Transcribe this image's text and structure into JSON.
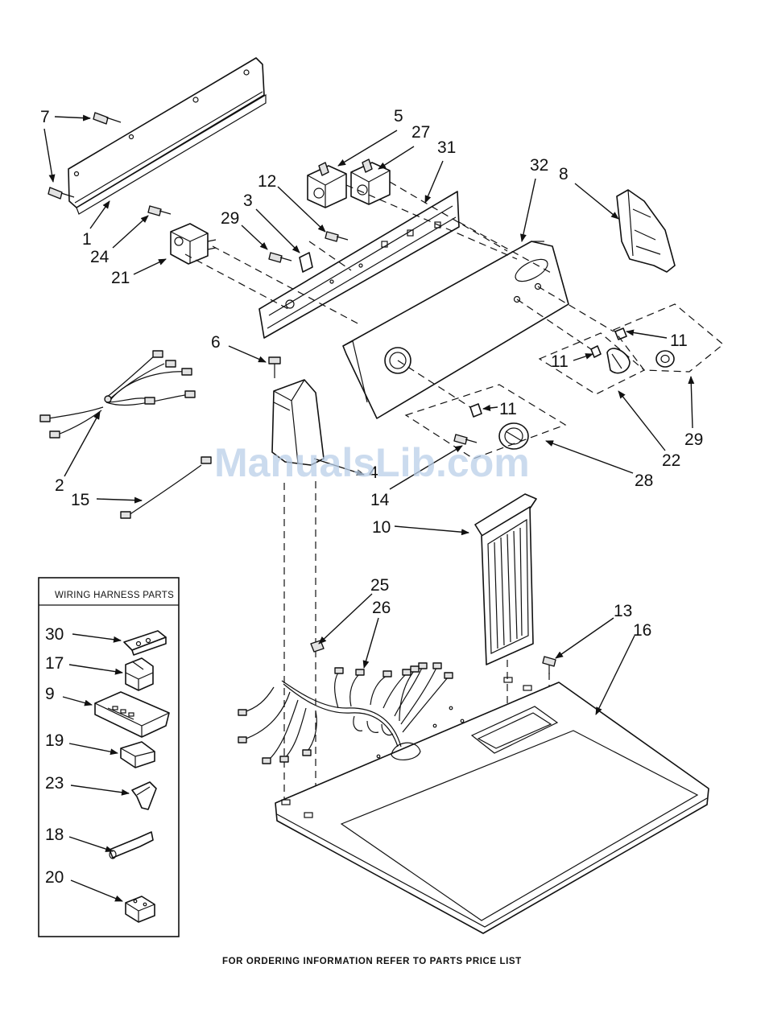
{
  "watermark": "ManualsLib.com",
  "footer_note": "FOR ORDERING INFORMATION REFER TO PARTS PRICE LIST",
  "harness_box": {
    "title": "WIRING HARNESS PARTS"
  },
  "callouts": {
    "c1": "1",
    "c2": "2",
    "c3": "3",
    "c4": "4",
    "c5": "5",
    "c6": "6",
    "c7": "7",
    "c8": "8",
    "c9": "9",
    "c10": "10",
    "c11a": "11",
    "c11b": "11",
    "c11c": "11",
    "c12": "12",
    "c13": "13",
    "c14": "14",
    "c15": "15",
    "c16": "16",
    "c17": "17",
    "c18": "18",
    "c19": "19",
    "c20": "20",
    "c21": "21",
    "c22": "22",
    "c23": "23",
    "c24": "24",
    "c25": "25",
    "c26": "26",
    "c27": "27",
    "c28": "28",
    "c29a": "29",
    "c29b": "29",
    "c30": "30",
    "c31": "31",
    "c32": "32"
  }
}
